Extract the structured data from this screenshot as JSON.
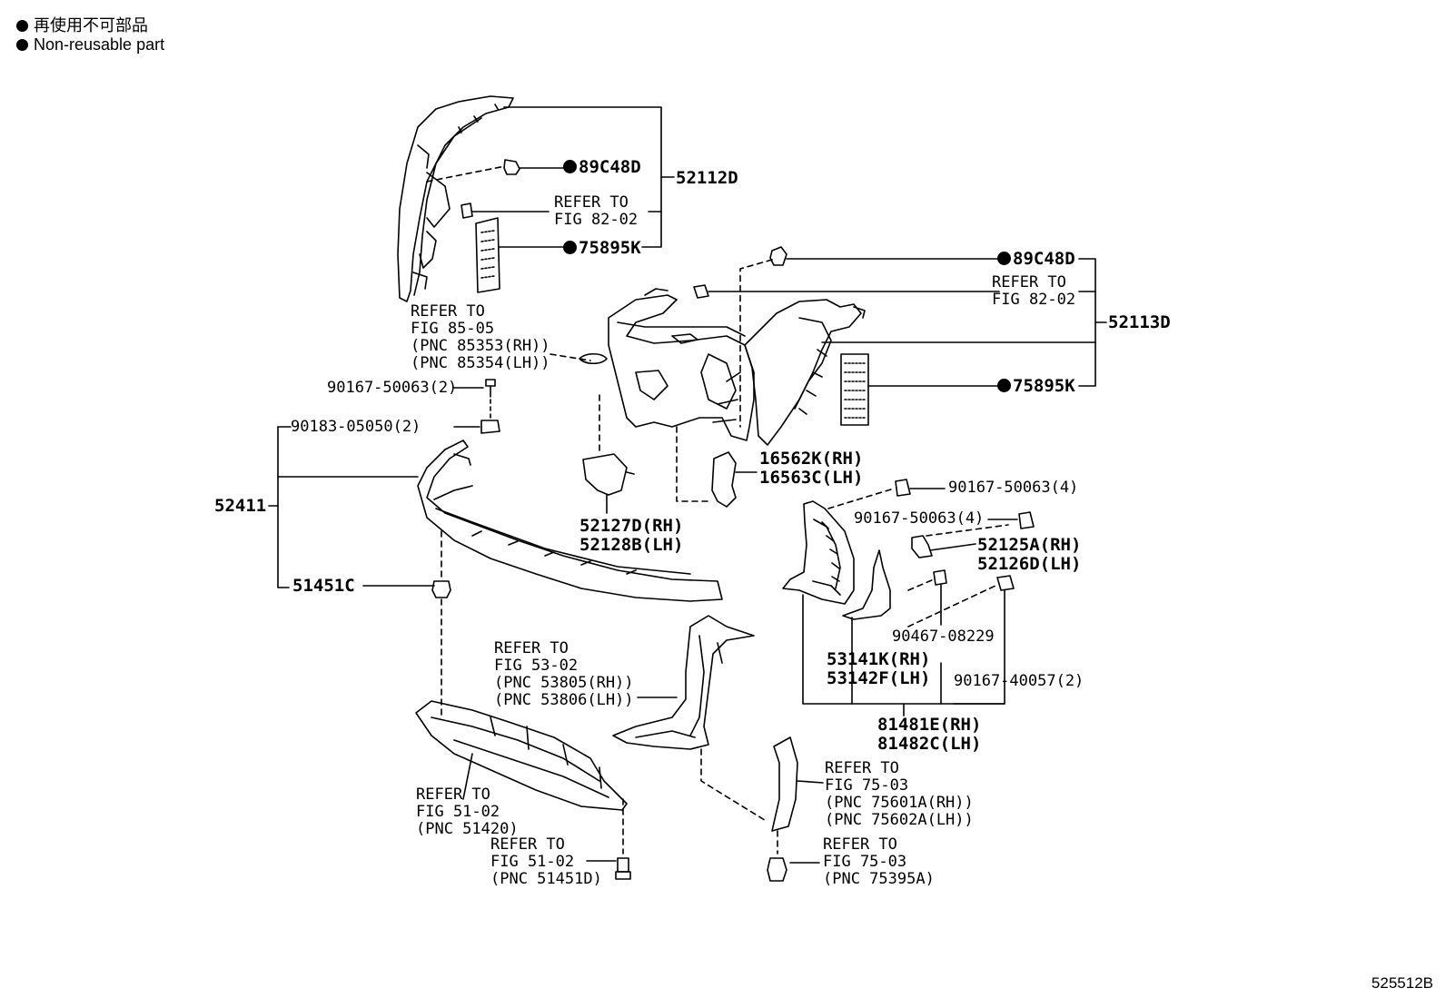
{
  "legend": {
    "japanese": "再使用不可部品",
    "english": "Non-reusable part"
  },
  "document_id": "525512B",
  "labels": {
    "p_52112D": "52112D",
    "p_89C48D_top": "89C48D",
    "p_refer_82_02_top": [
      "REFER TO",
      "FIG 82-02"
    ],
    "p_75895K_top": "75895K",
    "p_refer_85_05": [
      "REFER TO",
      "FIG 85-05",
      "(PNC 85353(RH))",
      "(PNC 85354(LH))"
    ],
    "p_90167_50063_2": "90167-50063(2)",
    "p_90183_05050_2": "90183-05050(2)",
    "p_52411": "52411",
    "p_51451C": "51451C",
    "p_89C48D_right": "89C48D",
    "p_refer_82_02_right": [
      "REFER TO",
      "FIG 82-02"
    ],
    "p_52113D": "52113D",
    "p_75895K_right": "75895K",
    "p_16562K_16563C": [
      "16562K(RH)",
      "16563C(LH)"
    ],
    "p_52127D_52128B": [
      "52127D(RH)",
      "52128B(LH)"
    ],
    "p_90167_50063_4a": "90167-50063(4)",
    "p_90167_50063_4b": "90167-50063(4)",
    "p_52125A_52126D": [
      "52125A(RH)",
      "52126D(LH)"
    ],
    "p_90467_08229": "90467-08229",
    "p_53141K_53142F": [
      "53141K(RH)",
      "53142F(LH)"
    ],
    "p_90167_40057_2": "90167-40057(2)",
    "p_81481E_81482C": [
      "81481E(RH)",
      "81482C(LH)"
    ],
    "p_refer_53_02": [
      "REFER TO",
      "FIG 53-02",
      "(PNC 53805(RH))",
      "(PNC 53806(LH))"
    ],
    "p_refer_51_02_a": [
      "REFER TO",
      "FIG 51-02",
      "(PNC 51420)"
    ],
    "p_refer_51_02_b": [
      "REFER TO",
      "FIG 51-02",
      "(PNC 51451D)"
    ],
    "p_refer_75_03_a": [
      "REFER TO",
      "FIG 75-03",
      "(PNC 75601A(RH))",
      "(PNC 75602A(LH))"
    ],
    "p_refer_75_03_b": [
      "REFER TO",
      "FIG 75-03",
      "(PNC 75395A)"
    ]
  }
}
